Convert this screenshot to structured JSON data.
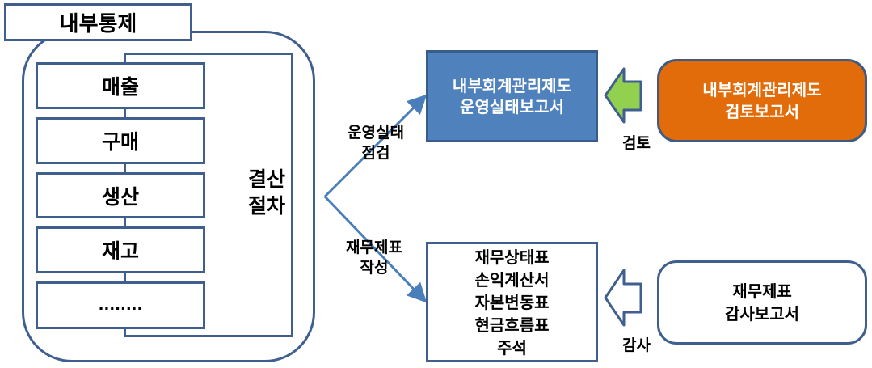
{
  "internal_control": {
    "title": "내부통제",
    "processes": [
      "매출",
      "구매",
      "생산",
      "재고",
      "........"
    ],
    "closing_process": [
      "결산",
      "절차"
    ]
  },
  "flows": {
    "upper_label": [
      "운영실태",
      "점검"
    ],
    "lower_label": [
      "재무제표",
      "작성"
    ]
  },
  "operation_report": {
    "lines": [
      "내부회계관리제도",
      "운영실태보고서"
    ],
    "color": "#4f81bd"
  },
  "review_report": {
    "lines": [
      "내부회계관리제도",
      "검토보고서"
    ],
    "color": "#e36c0a"
  },
  "review_arrow": {
    "label": "검토",
    "color": "#92d050"
  },
  "financial_statements": {
    "lines": [
      "재무상태표",
      "손익계산서",
      "자본변동표",
      "현금흐름표",
      "주석"
    ]
  },
  "audit_report": {
    "lines": [
      "재무제표",
      "감사보고서"
    ]
  },
  "audit_arrow": {
    "label": "감사"
  }
}
